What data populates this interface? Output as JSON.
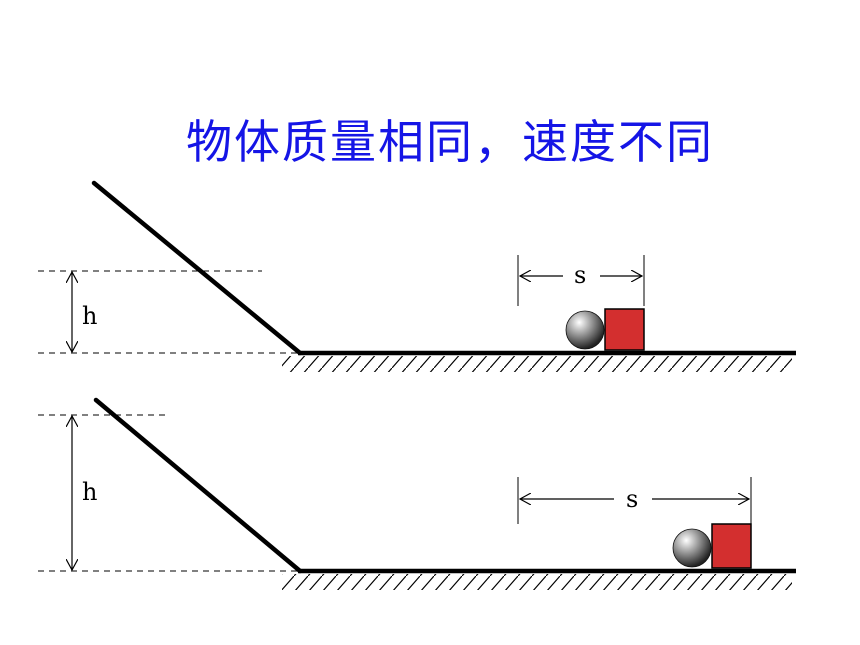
{
  "title": "物体质量相同，速度不同",
  "colors": {
    "title": "#1515e6",
    "block": "#d32f2f",
    "ball": "#777777",
    "line": "#000000"
  },
  "top_setup": {
    "height_label": "h",
    "distance_label": "s"
  },
  "bottom_setup": {
    "height_label": "h",
    "distance_label": "s"
  }
}
